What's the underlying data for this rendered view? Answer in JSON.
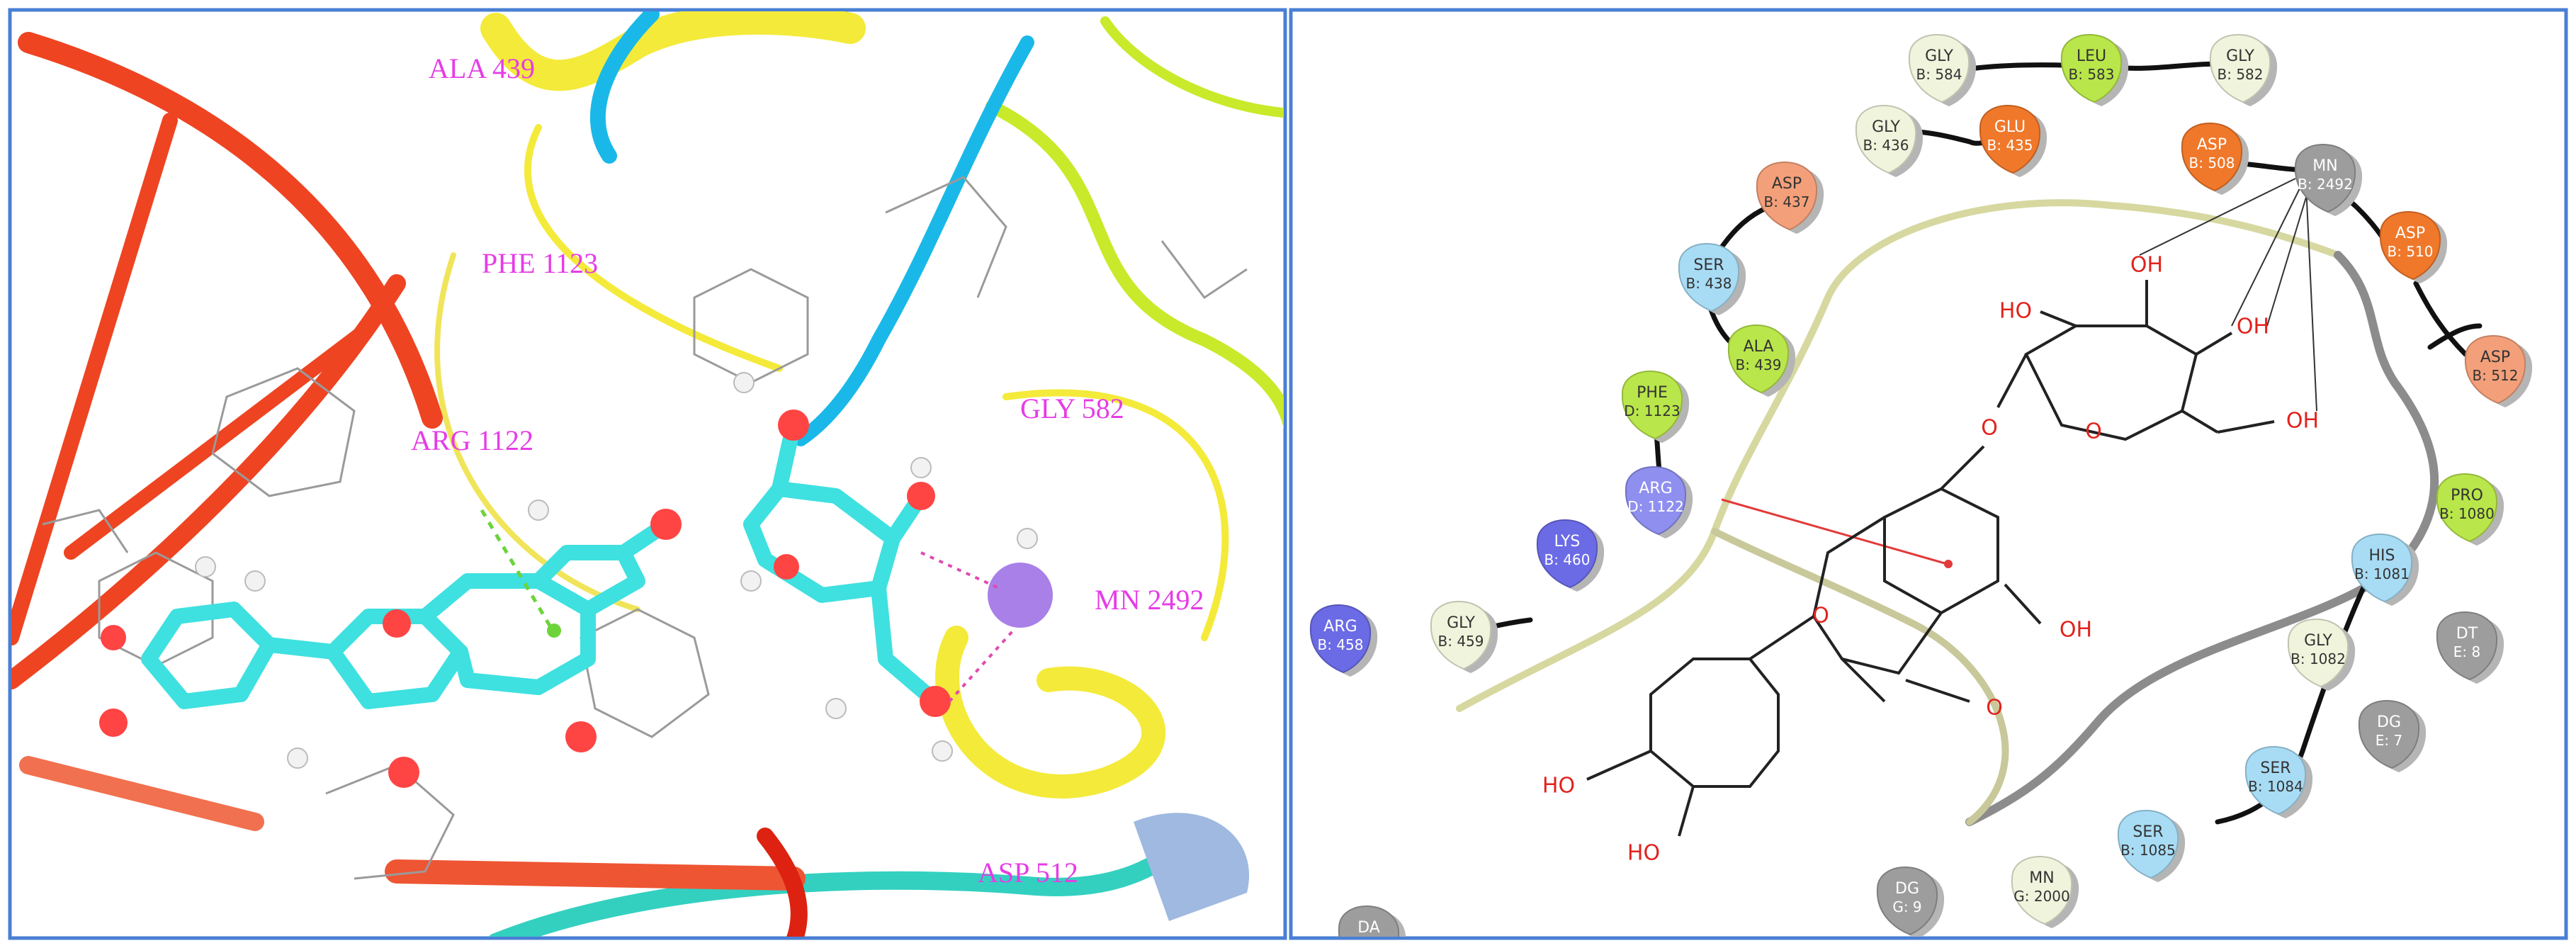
{
  "left_panel": {
    "labels": [
      {
        "id": "ala439",
        "text": "ALA 439"
      },
      {
        "id": "phe1123",
        "text": "PHE 1123"
      },
      {
        "id": "gly582",
        "text": "GLY 582"
      },
      {
        "id": "arg1122",
        "text": "ARG 1122"
      },
      {
        "id": "mn2492",
        "text": "MN 2492"
      },
      {
        "id": "asp512",
        "text": "ASP 512"
      }
    ]
  },
  "right_panel": {
    "residues": [
      {
        "id": "gly584",
        "name": "GLY",
        "chain": "B: 584",
        "color": "#f1f4dc"
      },
      {
        "id": "leu583",
        "name": "LEU",
        "chain": "B: 583",
        "color": "#b9e64a"
      },
      {
        "id": "gly582",
        "name": "GLY",
        "chain": "B: 582",
        "color": "#f1f4dc"
      },
      {
        "id": "gly436",
        "name": "GLY",
        "chain": "B: 436",
        "color": "#f1f4dc"
      },
      {
        "id": "glu435",
        "name": "GLU",
        "chain": "B: 435",
        "color": "#f0782a"
      },
      {
        "id": "asp437",
        "name": "ASP",
        "chain": "B: 437",
        "color": "#f3a07a"
      },
      {
        "id": "asp508",
        "name": "ASP",
        "chain": "B: 508",
        "color": "#f0782a"
      },
      {
        "id": "mn2492",
        "name": "MN",
        "chain": "B: 2492",
        "color": "#9d9d9d"
      },
      {
        "id": "asp510",
        "name": "ASP",
        "chain": "B: 510",
        "color": "#f0782a"
      },
      {
        "id": "asp512",
        "name": "ASP",
        "chain": "B: 512",
        "color": "#f3a07a"
      },
      {
        "id": "ser438",
        "name": "SER",
        "chain": "B: 438",
        "color": "#a8dcf5"
      },
      {
        "id": "ala439",
        "name": "ALA",
        "chain": "B: 439",
        "color": "#b9e64a"
      },
      {
        "id": "phe1123",
        "name": "PHE",
        "chain": "D: 1123",
        "color": "#b9e64a"
      },
      {
        "id": "arg1122",
        "name": "ARG",
        "chain": "D: 1122",
        "color": "#8f8ff0"
      },
      {
        "id": "lys460",
        "name": "LYS",
        "chain": "B: 460",
        "color": "#6b6be6"
      },
      {
        "id": "gly459",
        "name": "GLY",
        "chain": "B: 459",
        "color": "#f1f4dc"
      },
      {
        "id": "arg458",
        "name": "ARG",
        "chain": "B: 458",
        "color": "#6b6be6"
      },
      {
        "id": "pro1080",
        "name": "PRO",
        "chain": "B: 1080",
        "color": "#b9e64a"
      },
      {
        "id": "his1081",
        "name": "HIS",
        "chain": "B: 1081",
        "color": "#a8dcf5"
      },
      {
        "id": "gly1082",
        "name": "GLY",
        "chain": "B: 1082",
        "color": "#f1f4dc"
      },
      {
        "id": "dt8",
        "name": "DT",
        "chain": "E: 8",
        "color": "#9d9d9d"
      },
      {
        "id": "dg7",
        "name": "DG",
        "chain": "E: 7",
        "color": "#9d9d9d"
      },
      {
        "id": "ser1084",
        "name": "SER",
        "chain": "B: 1084",
        "color": "#a8dcf5"
      },
      {
        "id": "ser1085",
        "name": "SER",
        "chain": "B: 1085",
        "color": "#a8dcf5"
      },
      {
        "id": "dg9",
        "name": "DG",
        "chain": "G: 9",
        "color": "#9d9d9d"
      },
      {
        "id": "mn2000",
        "name": "MN",
        "chain": "G: 2000",
        "color": "#f1f4dc"
      },
      {
        "id": "da",
        "name": "DA",
        "chain": "",
        "color": "#9d9d9d"
      }
    ],
    "atom_labels": [
      {
        "id": "oh1",
        "text": "OH"
      },
      {
        "id": "ho1",
        "text": "HO"
      },
      {
        "id": "oh2",
        "text": "OH"
      },
      {
        "id": "oh3",
        "text": "OH"
      },
      {
        "id": "o_glyc",
        "text": "O"
      },
      {
        "id": "o_ring_sugar",
        "text": "O"
      },
      {
        "id": "o_ring_chromone",
        "text": "O"
      },
      {
        "id": "oh_5",
        "text": "OH"
      },
      {
        "id": "o_keto",
        "text": "O"
      },
      {
        "id": "ho_cat1",
        "text": "HO"
      },
      {
        "id": "ho_cat2",
        "text": "HO"
      }
    ]
  }
}
